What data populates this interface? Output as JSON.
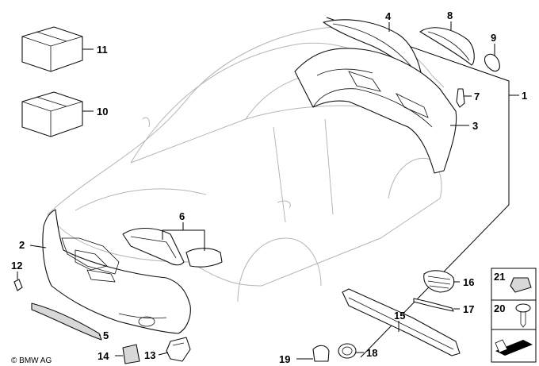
{
  "copyright": "© BMW AG",
  "callouts": {
    "c1": "1",
    "c2": "2",
    "c3": "3",
    "c4": "4",
    "c5": "5",
    "c6": "6",
    "c7": "7",
    "c8": "8",
    "c9": "9",
    "c10": "10",
    "c11": "11",
    "c12": "12",
    "c13": "13",
    "c14": "14",
    "c15": "15",
    "c16": "16",
    "c17": "17",
    "c18": "18",
    "c19": "19",
    "c20": "20",
    "c21": "21"
  }
}
